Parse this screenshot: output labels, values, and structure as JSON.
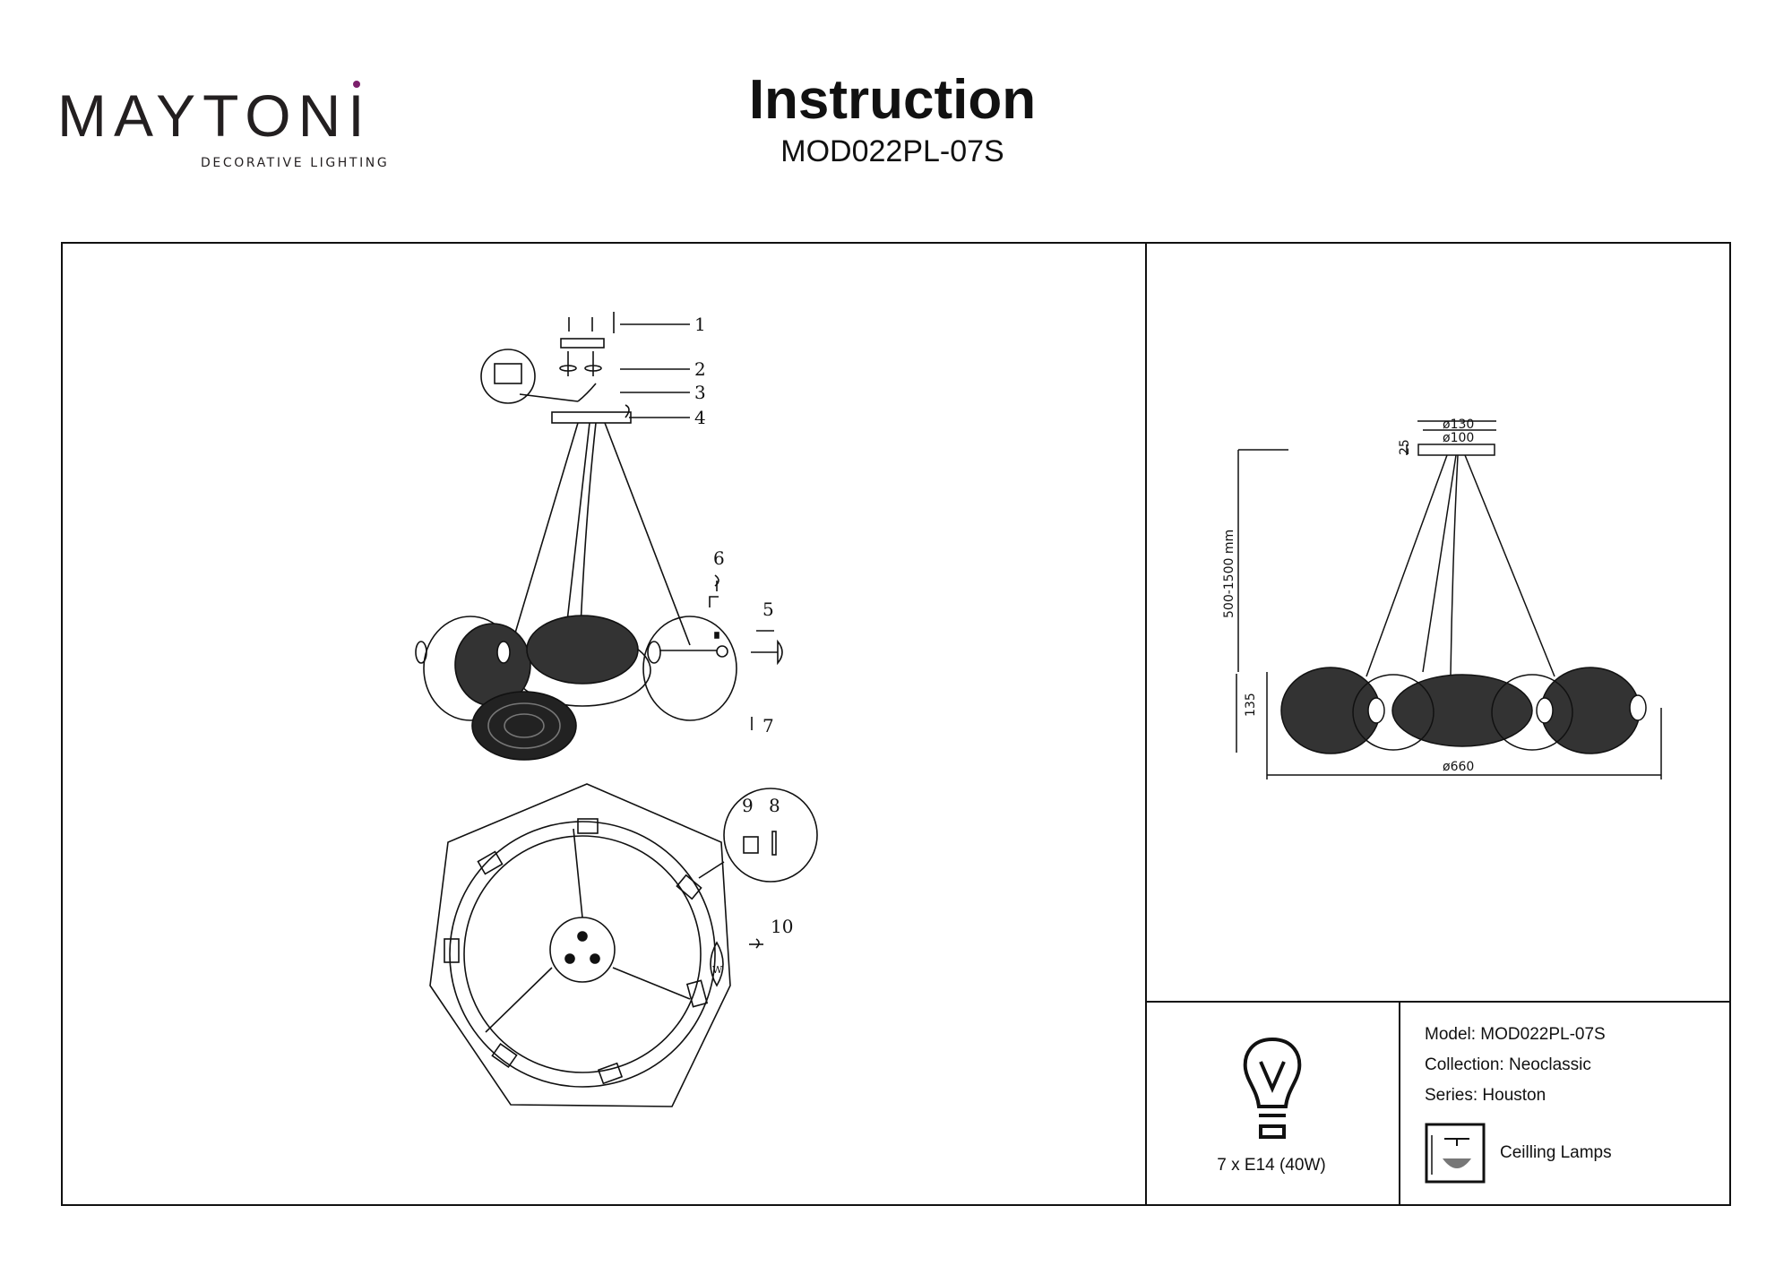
{
  "brand": {
    "name": "MAYTONI",
    "tagline": "DECORATIVE LIGHTING",
    "accent_color": "#7b1f6b"
  },
  "header": {
    "title": "Instruction",
    "model": "MOD022PL-07S"
  },
  "assembly": {
    "part_numbers": [
      "1",
      "2",
      "3",
      "4",
      "5",
      "6",
      "7",
      "8",
      "9",
      "10"
    ],
    "bulb_mark": "W"
  },
  "dimensions": {
    "canopy_outer": "ø130",
    "canopy_inner": "ø100",
    "canopy_height": "25",
    "hanging_length": "500-1500 mm",
    "body_height": "135",
    "body_diameter": "ø660"
  },
  "specs": {
    "bulb_icon": "light-bulb-icon",
    "bulb_text": "7 x E14 (40W)",
    "model_line": "Model: MOD022PL-07S",
    "collection_line": "Collection: Neoclassic",
    "series_line": "Series: Houston",
    "category_icon": "ceiling-lamp-icon",
    "category_label": "Ceilling Lamps"
  }
}
